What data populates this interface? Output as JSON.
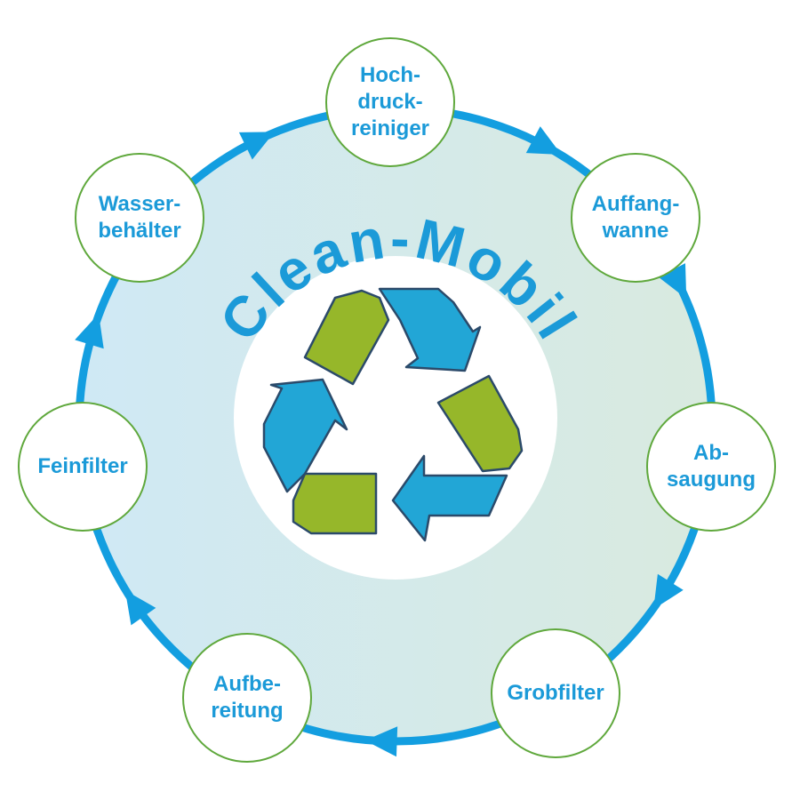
{
  "title": "Clean-Mobil",
  "steps": [
    {
      "line1": "Hoch-",
      "line2": "druck-",
      "line3": "reiniger"
    },
    {
      "line1": "Auffang-",
      "line2": "wanne"
    },
    {
      "line1": "Ab-",
      "line2": "saugung"
    },
    {
      "line1": "Grobfilter"
    },
    {
      "line1": "Aufbe-",
      "line2": "reitung"
    },
    {
      "line1": "Feinfilter"
    },
    {
      "line1": "Wasser-",
      "line2": "behälter"
    }
  ],
  "colors": {
    "ring": "#139ee0",
    "node_border": "#5fa83c",
    "text": "#1b9ad8",
    "green": "#96b72a",
    "blue": "#22a6d6"
  }
}
